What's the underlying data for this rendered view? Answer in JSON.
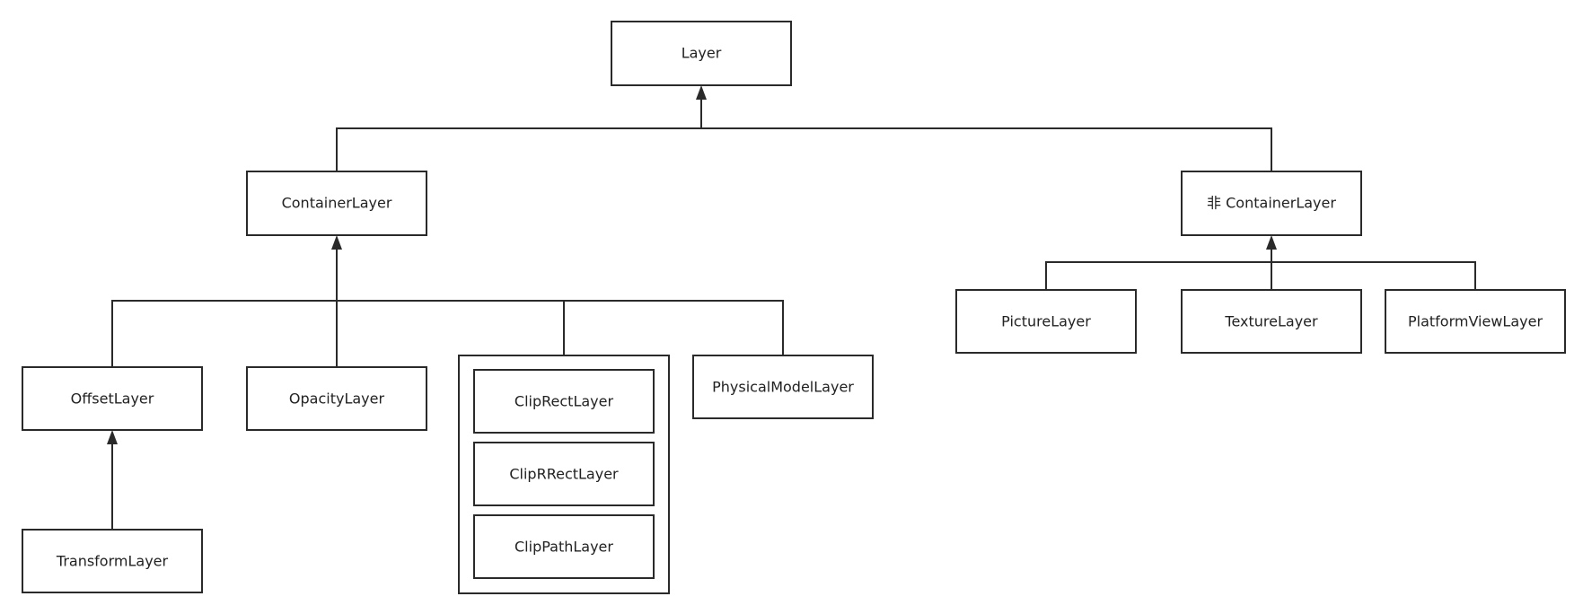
{
  "nodes": {
    "layer": "Layer",
    "container_layer": "ContainerLayer",
    "non_container_layer": "非 ContainerLayer",
    "offset_layer": "OffsetLayer",
    "opacity_layer": "OpacityLayer",
    "clip_rect_layer": "ClipRectLayer",
    "clip_rrect_layer": "ClipRRectLayer",
    "clip_path_layer": "ClipPathLayer",
    "physical_model_layer": "PhysicalModelLayer",
    "transform_layer": "TransformLayer",
    "picture_layer": "PictureLayer",
    "texture_layer": "TextureLayer",
    "platform_view_layer": "PlatformViewLayer"
  },
  "edges": [
    {
      "from": "container_layer",
      "to": "layer"
    },
    {
      "from": "non_container_layer",
      "to": "layer"
    },
    {
      "from": "offset_layer",
      "to": "container_layer"
    },
    {
      "from": "opacity_layer",
      "to": "container_layer"
    },
    {
      "from": "clip_group",
      "to": "container_layer"
    },
    {
      "from": "physical_model_layer",
      "to": "container_layer"
    },
    {
      "from": "transform_layer",
      "to": "offset_layer"
    },
    {
      "from": "picture_layer",
      "to": "non_container_layer"
    },
    {
      "from": "texture_layer",
      "to": "non_container_layer"
    },
    {
      "from": "platform_view_layer",
      "to": "non_container_layer"
    }
  ],
  "colors": {
    "stroke": "#2a2a2a",
    "text": "#222222",
    "background": "#ffffff"
  }
}
